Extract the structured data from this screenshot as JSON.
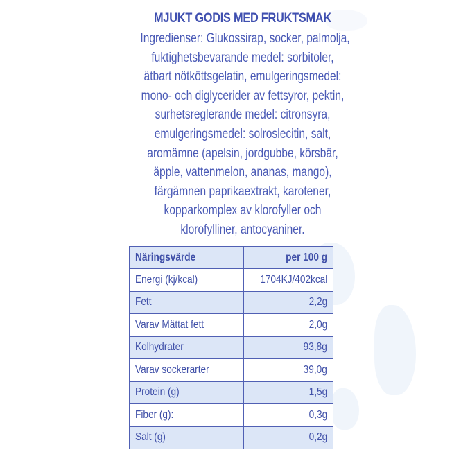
{
  "product": {
    "title": "MJUKT GODIS MED FRUKTSMAK",
    "ingredients_lines": [
      "Ingredienser: Glukossirap, socker, palmolja,",
      "fuktighetsbevarande medel: sorbitoler,",
      "ätbart nötköttsgelatin, emulgeringsmedel:",
      "mono- och diglycerider av fettsyror, pektin,",
      "surhetsreglerande medel: citronsyra,",
      "emulgeringsmedel: solroslecitin, salt,",
      "aromämne (apelsin, jordgubbe, körsbär,",
      "äpple, vattenmelon, ananas, mango),",
      "färgämnen paprikaextrakt, karotener,",
      "kopparkomplex av klorofyller och",
      "klorofylliner, antocyaniner."
    ]
  },
  "nutrition": {
    "header": {
      "name": "Näringsvärde",
      "value": "per 100 g"
    },
    "rows": [
      {
        "name": "Energi (kj/kcal)",
        "value": "1704KJ/402kcal"
      },
      {
        "name": "Fett",
        "value": "2,2g"
      },
      {
        "name": "Varav Mättat fett",
        "value": "2,0g"
      },
      {
        "name": "Kolhydrater",
        "value": "93,8g"
      },
      {
        "name": "Varav sockerarter",
        "value": "39,0g"
      },
      {
        "name": "Protein (g)",
        "value": "1,5g"
      },
      {
        "name": "Fiber (g):",
        "value": "0,3g"
      },
      {
        "name": "Salt (g)",
        "value": "0,2g"
      }
    ]
  },
  "colors": {
    "text": "#3f4fa8",
    "shade": "#dce6f7",
    "border": "#5060b4"
  }
}
